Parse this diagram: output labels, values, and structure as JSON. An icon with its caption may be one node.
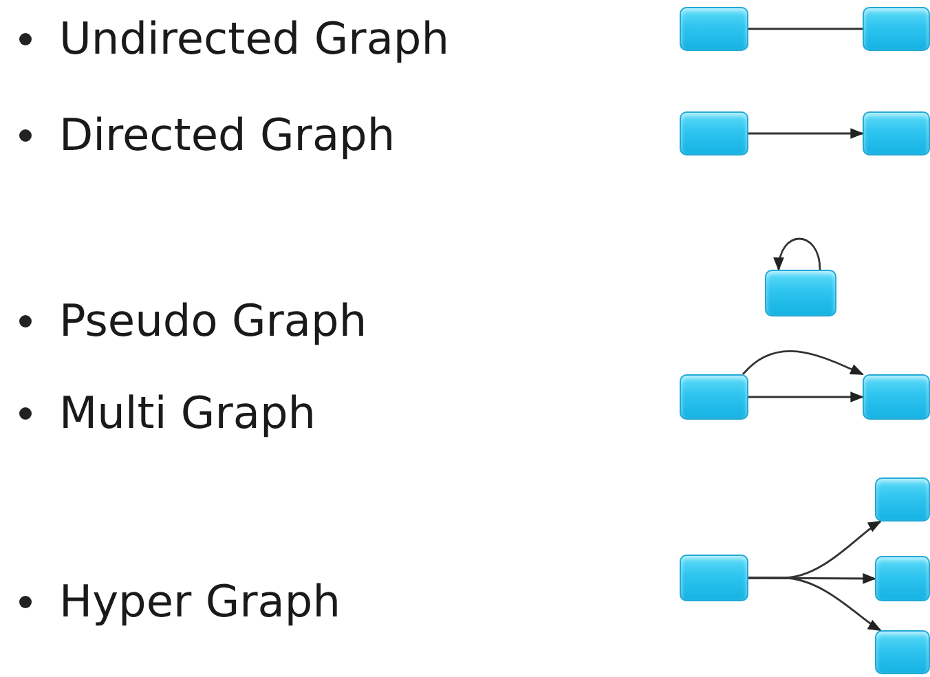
{
  "diagram": {
    "nodes": [
      {
        "text": [],
        "shape": "box"
      },
      {
        "text": [],
        "shape": "box"
      },
      {
        "text": [],
        "shape": "box"
      },
      {
        "text": [],
        "shape": "box"
      },
      {
        "text": [],
        "shape": "box"
      },
      {
        "text": [],
        "shape": "box"
      },
      {
        "text": [],
        "shape": "box"
      },
      {
        "text": [],
        "shape": "box"
      },
      {
        "text": [],
        "shape": "box"
      },
      {
        "text": [],
        "shape": "box"
      },
      {
        "text": [],
        "shape": "box"
      }
    ],
    "edges": [
      {
        "from": 0,
        "to": 1,
        "arrow": "none"
      },
      {
        "from": 2,
        "to": 3,
        "arrow": "to"
      },
      {
        "from": 4,
        "to": 4,
        "arrow": "to"
      },
      {
        "from": 5,
        "to": 6,
        "arrow": "to"
      },
      {
        "from": 5,
        "to": 6,
        "arrow": "to"
      },
      {
        "from": 7,
        "to": 8,
        "arrow": "to"
      },
      {
        "from": 7,
        "to": 9,
        "arrow": "to"
      },
      {
        "from": 7,
        "to": 10,
        "arrow": "to"
      }
    ],
    "labels": [
      "Undirected Graph",
      "Directed Graph",
      "Pseudo Graph",
      "Multi Graph",
      "Hyper Graph"
    ]
  }
}
